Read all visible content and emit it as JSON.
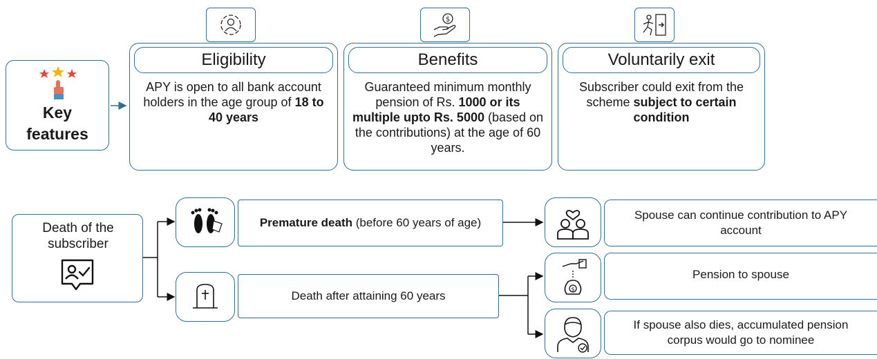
{
  "key_features": {
    "line1": "Key",
    "line2": "features"
  },
  "cards": [
    {
      "title": "Eligibility",
      "text_plain": "APY is open to all bank account holders in the age group of ",
      "text_bold": "18 to 40 years",
      "text_after": ""
    },
    {
      "title": "Benefits",
      "text_plain": "Guaranteed minimum monthly pension of Rs. ",
      "text_bold": "1000 or its multiple upto Rs. 5000",
      "text_after": " (based on the contributions) at the age of 60 years."
    },
    {
      "title": "Voluntarily exit",
      "text_plain": "Subscriber could exit from the scheme ",
      "text_bold": "subject to certain condition",
      "text_after": ""
    }
  ],
  "death": {
    "title": "Death of the subscriber",
    "premature_bold": "Premature death",
    "premature_rest": " (before 60 years of age)",
    "after60": "Death after attaining 60 years",
    "spouse_continue": "Spouse can continue contribution to APY account",
    "pension_spouse": "Pension to spouse",
    "nominee": "If spouse also dies, accumulated pension corpus would go to nominee"
  },
  "colors": {
    "border": "#2f6f8f",
    "arrow": "#111111",
    "star": "#e8463a",
    "star_center": "#f4b400",
    "hand": "#e8715a"
  }
}
